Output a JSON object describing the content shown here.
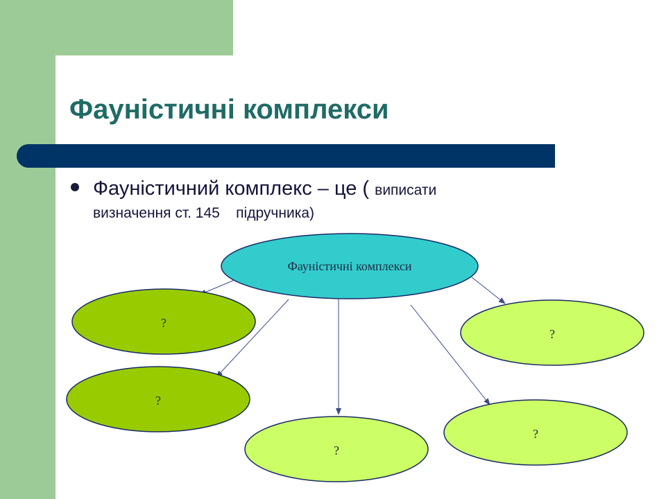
{
  "slide": {
    "title": "Фауністичні комплекси",
    "bullet": {
      "main": "Фауністичний комплекс – це ( ",
      "small": "виписати",
      "line2": "визначення ст. 145    підручника)"
    }
  },
  "diagram": {
    "root": {
      "label": "Фауністичні комплекси",
      "color": "#33cccc"
    },
    "children": [
      {
        "label": "?",
        "color": "#99cc00"
      },
      {
        "label": "?",
        "color": "#99cc00"
      },
      {
        "label": "?",
        "color": "#ccff66"
      },
      {
        "label": "?",
        "color": "#ccff66"
      },
      {
        "label": "?",
        "color": "#ccff66"
      }
    ]
  },
  "colors": {
    "deco_green": "#9dcb97",
    "title_text": "#1f6b66",
    "title_bar": "#003366",
    "arrow": "#3a4a8a"
  }
}
